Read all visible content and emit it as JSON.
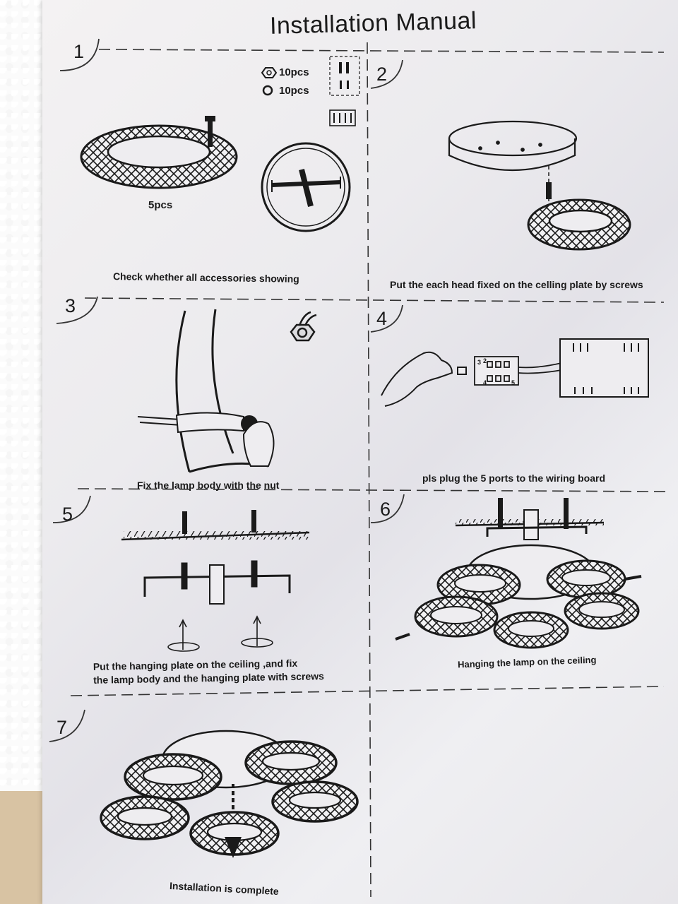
{
  "title": "Installation Manual",
  "accessories": {
    "nut_count": "10pcs",
    "washer_count": "10pcs",
    "heads_count": "5pcs"
  },
  "steps": [
    {
      "number": "1",
      "caption": "Check whether all accessories showing"
    },
    {
      "number": "2",
      "caption": "Put the each head fixed on the celling plate by screws"
    },
    {
      "number": "3",
      "caption": "Fix the lamp body with the nut"
    },
    {
      "number": "4",
      "caption": "pls plug the 5 ports to the wiring board"
    },
    {
      "number": "5",
      "caption": "Put the hanging plate on the ceiling ,and fix\nthe lamp body and the hanging plate with screws"
    },
    {
      "number": "6",
      "caption": "Hanging the lamp on the ceiling"
    },
    {
      "number": "7",
      "caption": "Installation is complete"
    }
  ],
  "wiring_board_labels": {
    "port_3": "3",
    "port_2": "2",
    "port_4": "4",
    "port_5": "5"
  },
  "colors": {
    "ink": "#1a1a1a",
    "paper": "#eeedf0"
  }
}
